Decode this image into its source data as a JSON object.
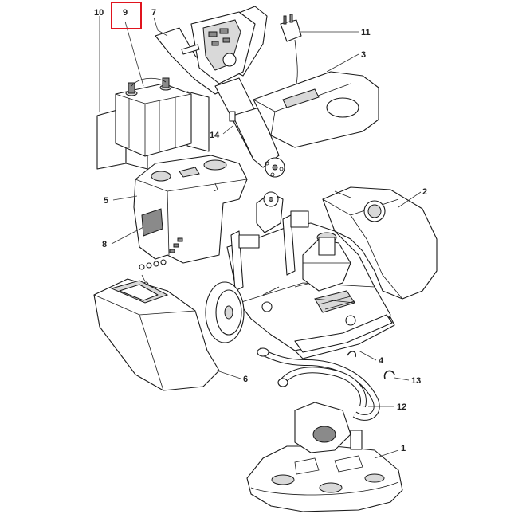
{
  "diagram": {
    "highlight_color": "#e0141e",
    "callouts": [
      {
        "id": "c10",
        "label": "10"
      },
      {
        "id": "c9",
        "label": "9",
        "highlighted": true
      },
      {
        "id": "c7",
        "label": "7"
      },
      {
        "id": "c11",
        "label": "11"
      },
      {
        "id": "c3",
        "label": "3"
      },
      {
        "id": "c14",
        "label": "14"
      },
      {
        "id": "c5",
        "label": "5"
      },
      {
        "id": "c2",
        "label": "2"
      },
      {
        "id": "c8",
        "label": "8"
      },
      {
        "id": "c4",
        "label": "4"
      },
      {
        "id": "c6",
        "label": "6"
      },
      {
        "id": "c13",
        "label": "13"
      },
      {
        "id": "c12",
        "label": "12"
      },
      {
        "id": "c1",
        "label": "1"
      }
    ]
  }
}
